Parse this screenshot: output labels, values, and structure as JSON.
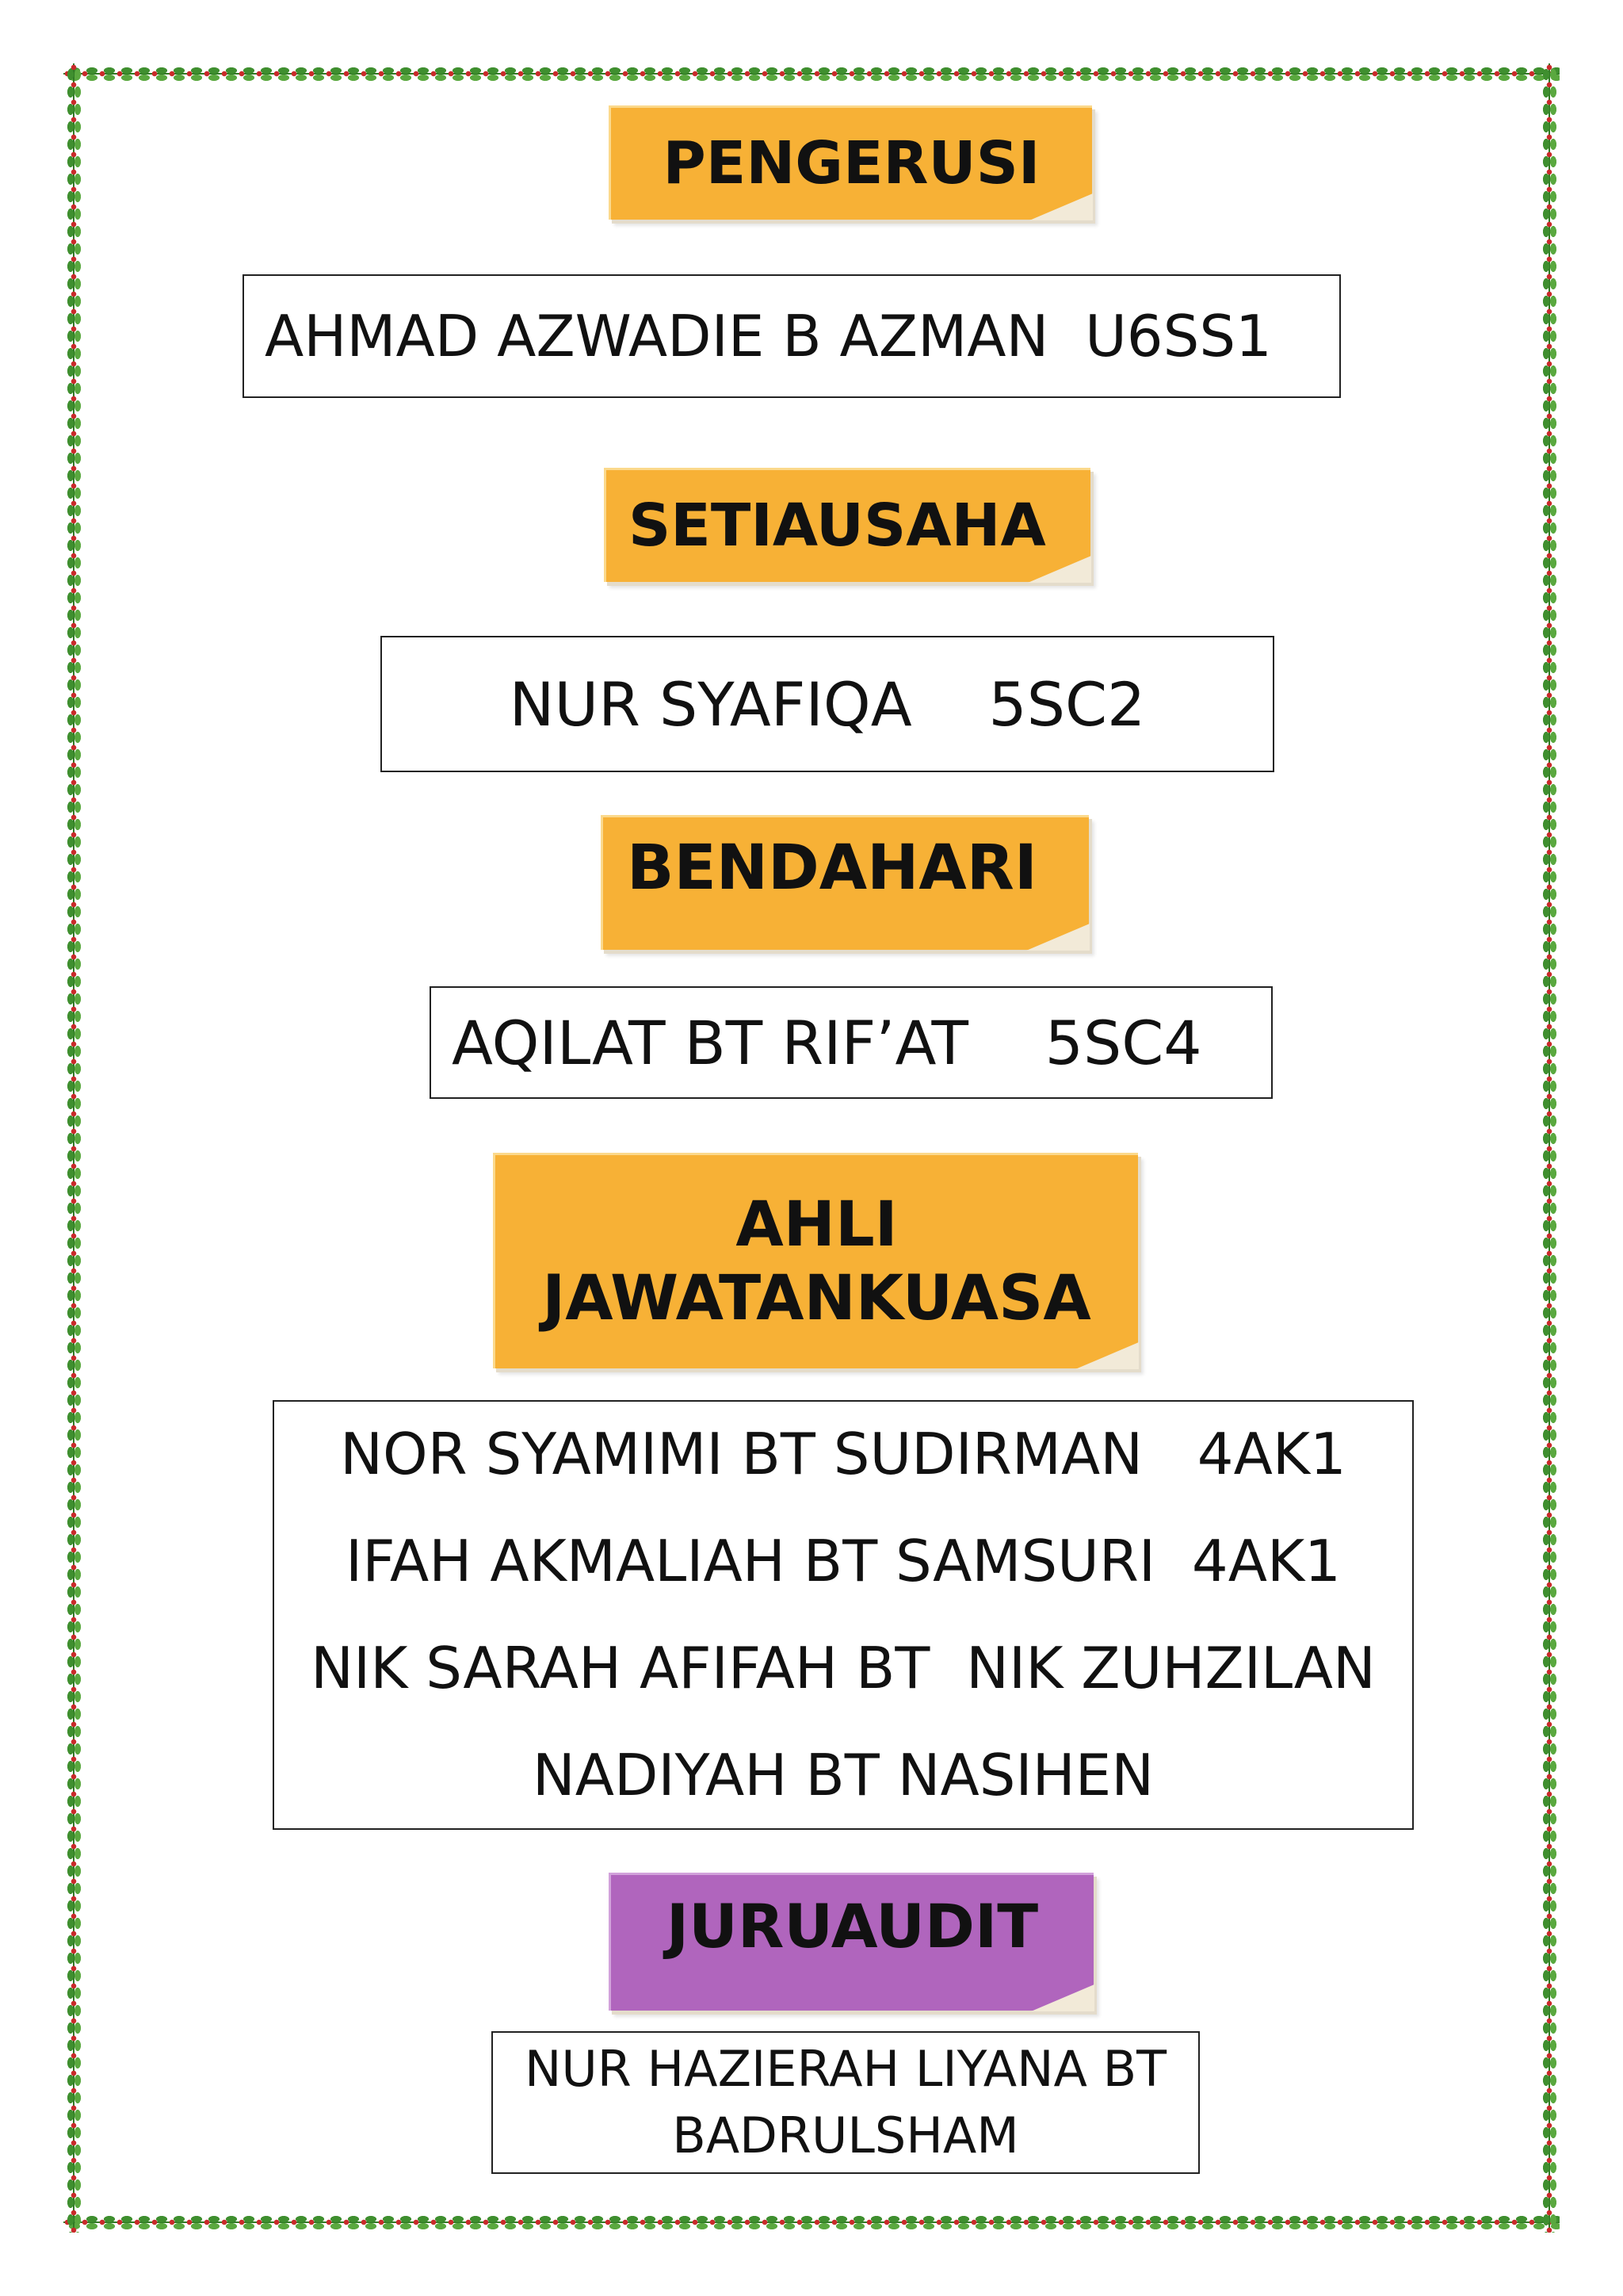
{
  "sections": [
    {
      "title": "PENGERUSI",
      "color": "#f7b136",
      "names": [
        "AHMAD AZWADIE B AZMAN  U6SS1"
      ]
    },
    {
      "title": "SETIAUSAHA",
      "color": "#f7b136",
      "names": [
        "NUR SYAFIQA    5SC2"
      ]
    },
    {
      "title": "BENDAHARI",
      "color": "#f7b136",
      "names": [
        "AQILAT BT RIF’AT    5SC4"
      ]
    },
    {
      "title_lines": [
        "AHLI",
        "JAWATANKUASA"
      ],
      "color": "#f7b136",
      "names": [
        "NOR SYAMIMI BT SUDIRMAN   4AK1",
        "IFAH AKMALIAH BT SAMSURI  4AK1",
        "NIK SARAH AFIFAH BT  NIK ZUHZILAN",
        "NADIYAH BT NASIHEN"
      ]
    },
    {
      "title": "JURUAUDIT",
      "color": "#b065bd",
      "names": [
        "NUR HAZIERAH LIYANA BT",
        "BADRULSHAM"
      ]
    }
  ]
}
